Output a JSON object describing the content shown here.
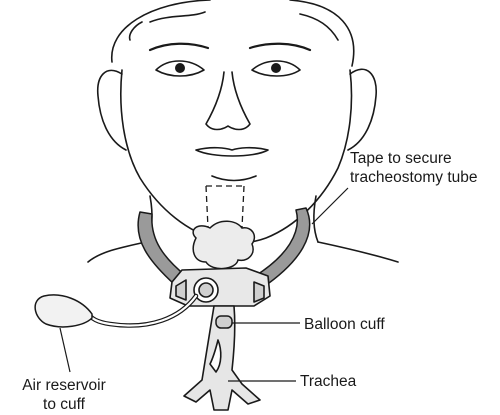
{
  "labels": {
    "tape": [
      "Tape to secure",
      "tracheostomy tube"
    ],
    "balloon_cuff": "Balloon cuff",
    "trachea": "Trachea",
    "air_reservoir": [
      "Air reservoir",
      "to cuff"
    ]
  },
  "colors": {
    "line": "#1a1a1a",
    "skin": "#ffffff",
    "tape": "#9a9a9a",
    "tube": "#dcdcdc",
    "trachea": "#e6e6e6"
  }
}
